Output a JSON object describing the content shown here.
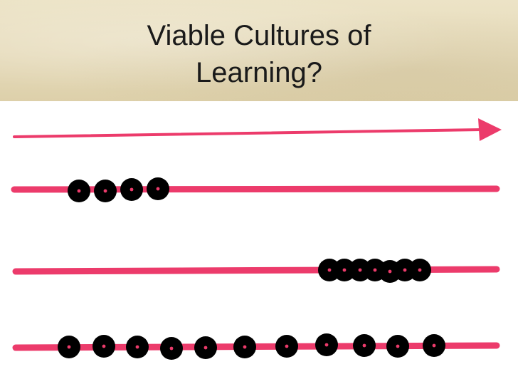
{
  "slide": {
    "title_line1": "Viable Cultures of",
    "title_line2": "Learning?"
  },
  "colors": {
    "line": "#ec3b6b",
    "bead": "#000000",
    "bead_dot": "#ec3b6b",
    "header_background": "#e6dbbb"
  },
  "diagram": {
    "arrow": {
      "direction": "right"
    },
    "rows": [
      {
        "name": "clustered-left",
        "bead_count": 4
      },
      {
        "name": "clustered-right",
        "bead_count": 7
      },
      {
        "name": "evenly-spread",
        "bead_count": 11
      }
    ]
  }
}
